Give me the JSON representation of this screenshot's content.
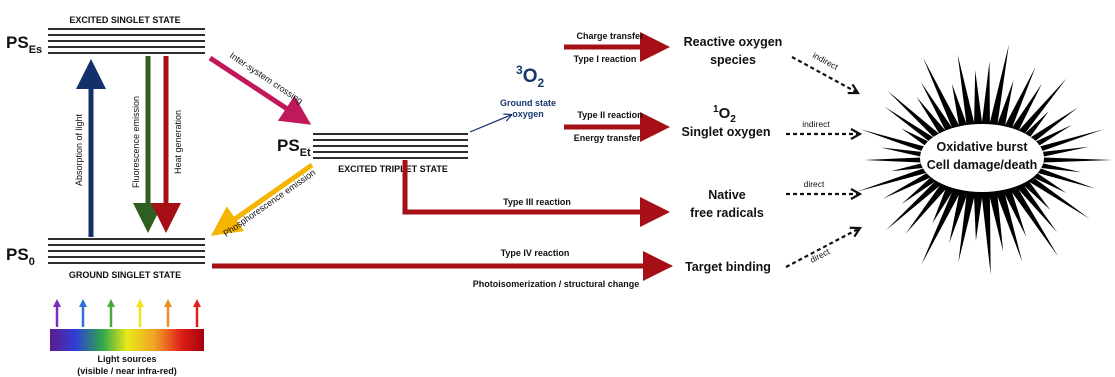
{
  "states": {
    "excited_singlet": {
      "label": "EXCITED SINGLET STATE",
      "ps_main": "PS",
      "ps_sub": "Es"
    },
    "excited_triplet": {
      "label": "EXCITED TRIPLET STATE",
      "ps_main": "PS",
      "ps_sub": "Et"
    },
    "ground_singlet": {
      "label": "GROUND SINGLET STATE",
      "ps_main": "PS",
      "ps_sub": "0"
    }
  },
  "transitions": {
    "absorption": "Absorption of light",
    "fluorescence": "Fluorescence emission",
    "heat": "Heat generation",
    "isc": "Inter-system crossing",
    "phosphorescence": "Phosphorescence emission"
  },
  "oxygen": {
    "symbol_sup": "3",
    "symbol_main": "O",
    "symbol_sub": "2",
    "label_line1": "Ground state",
    "label_line2": "oxygen"
  },
  "reactions": {
    "type1_top": "Charge transfer",
    "type1_bottom": "Type I reaction",
    "type2_top": "Type II reaction",
    "type2_bottom": "Energy transfer",
    "type3": "Type III reaction",
    "type4_top": "Type IV reaction",
    "type4_bottom": "Photoisomerization / structural change"
  },
  "products": {
    "ros_line1": "Reactive oxygen",
    "ros_line2": "species",
    "singlet_sup": "1",
    "singlet_main": "O",
    "singlet_sub": "2",
    "singlet_label": "Singlet oxygen",
    "native_line1": "Native",
    "native_line2": "free radicals",
    "target": "Target binding"
  },
  "pathways": {
    "p1": "indirect",
    "p2": "indirect",
    "p3": "direct",
    "p4": "direct"
  },
  "outcome": {
    "line1": "Oxidative burst",
    "line2": "Cell damage/death"
  },
  "light_sources": {
    "line1": "Light sources",
    "line2": "(visible / near infra-red)"
  },
  "colors": {
    "dark_red": "#a50f15",
    "navy": "#14306b",
    "green": "#2f5e23",
    "magenta": "#c0185a",
    "orange": "#f5b400",
    "oxygen_blue": "#17376e",
    "spectrum": [
      "#7b2fbe",
      "#2f6fd6",
      "#4aa83a",
      "#f2e21b",
      "#f08a24",
      "#e0211b"
    ]
  }
}
